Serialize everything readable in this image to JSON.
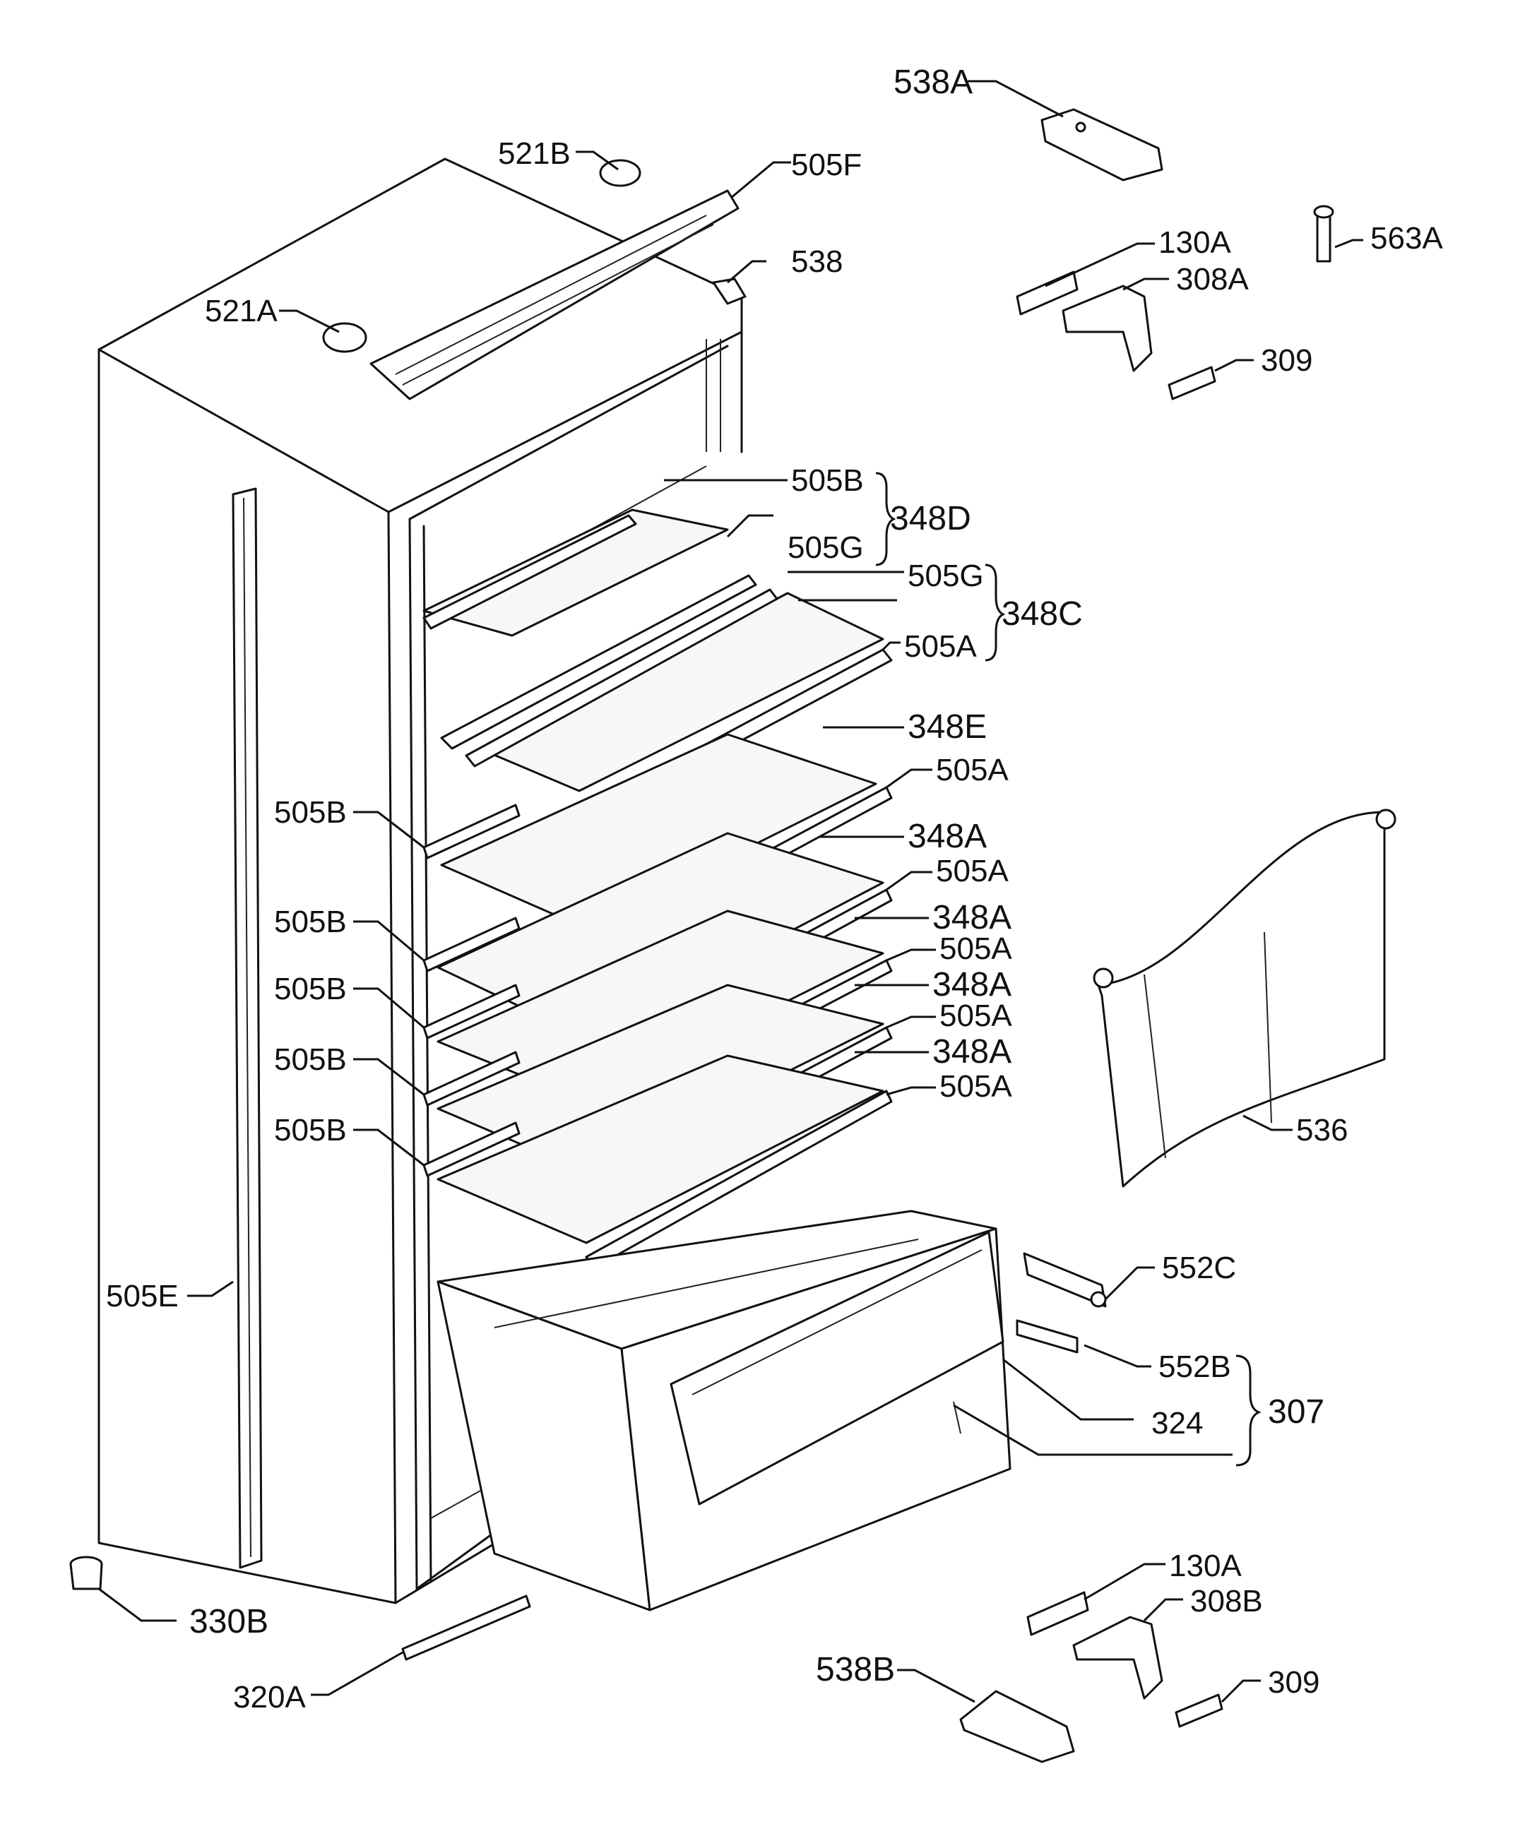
{
  "labels": {
    "l538a": "538A",
    "l521b": "521B",
    "l505f": "505F",
    "l538": "538",
    "l130a_top": "130A",
    "l563a": "563A",
    "l521a": "521A",
    "l308a": "308A",
    "l309_top": "309",
    "l505b_top": "505B",
    "l348d": "348D",
    "l505g_1": "505G",
    "l505g_2": "505G",
    "l348c": "348C",
    "l505a_1": "505A",
    "l348e": "348E",
    "l505b_1": "505B",
    "l505a_2": "505A",
    "l348a_1": "348A",
    "l505a_3": "505A",
    "l505b_2": "505B",
    "l348a_2": "348A",
    "l505a_4": "505A",
    "l505b_3": "505B",
    "l348a_3": "348A",
    "l505a_5": "505A",
    "l505b_4": "505B",
    "l348a_4": "348A",
    "l505a_6": "505A",
    "l505b_5": "505B",
    "l536": "536",
    "l505e": "505E",
    "l552c": "552C",
    "l552b": "552B",
    "l307": "307",
    "l324": "324",
    "l330b": "330B",
    "l130a_bot": "130A",
    "l308b": "308B",
    "l538b": "538B",
    "l309_bot": "309",
    "l320a": "320A"
  }
}
